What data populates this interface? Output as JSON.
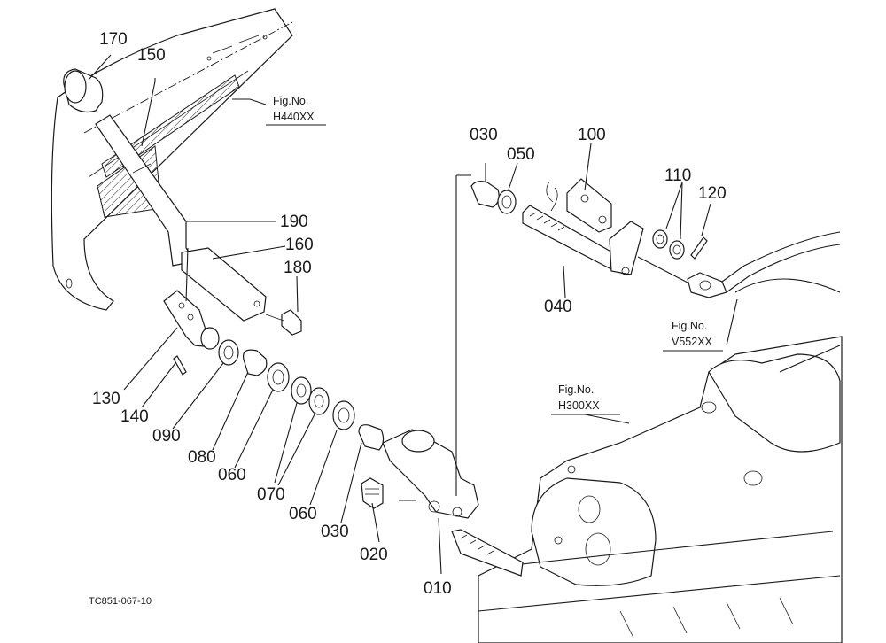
{
  "diagram": {
    "drawing_code": "TC851-067-10",
    "parts": {
      "p010": "010",
      "p020": "020",
      "p030a": "030",
      "p030b": "030",
      "p040": "040",
      "p050": "050",
      "p060a": "060",
      "p060b": "060",
      "p070": "070",
      "p080": "080",
      "p090": "090",
      "p100": "100",
      "p110": "110",
      "p120": "120",
      "p130": "130",
      "p140": "140",
      "p150": "150",
      "p160": "160",
      "p170": "170",
      "p180": "180",
      "p190": "190"
    },
    "fig_refs": {
      "h440": {
        "label": "Fig.No.",
        "number": "H440XX"
      },
      "v552": {
        "label": "Fig.No.",
        "number": "V552XX"
      },
      "h300": {
        "label": "Fig.No.",
        "number": "H300XX"
      }
    }
  }
}
